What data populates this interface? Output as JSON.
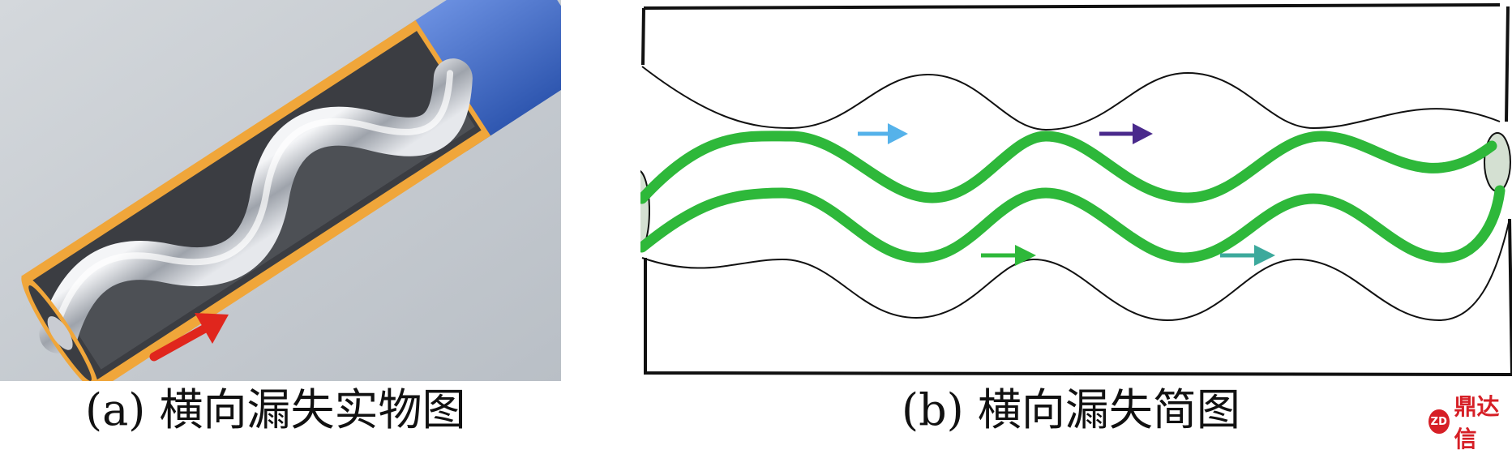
{
  "figure": {
    "panel_a": {
      "caption": "(a) 横向漏失实物图",
      "accent_colors": {
        "background": "#c9ced4",
        "stator_outer": "#f0a63a",
        "stator_rubber": "#3b3d42",
        "pipe_blue": "#4a73c9",
        "rotor_metal": "#c9ccd2",
        "flow_arrow": "#e0261d"
      }
    },
    "panel_b": {
      "caption": "(b) 横向漏失简图",
      "accent_colors": {
        "frame": "#111111",
        "leak_path": "#2eb83a",
        "arrow_light_blue": "#55b2ea",
        "arrow_purple": "#4a2a8c",
        "arrow_green": "#2eb83a",
        "arrow_teal": "#3ca99c"
      }
    },
    "watermark": {
      "logo": "ZD",
      "text": "鼎达信"
    }
  }
}
